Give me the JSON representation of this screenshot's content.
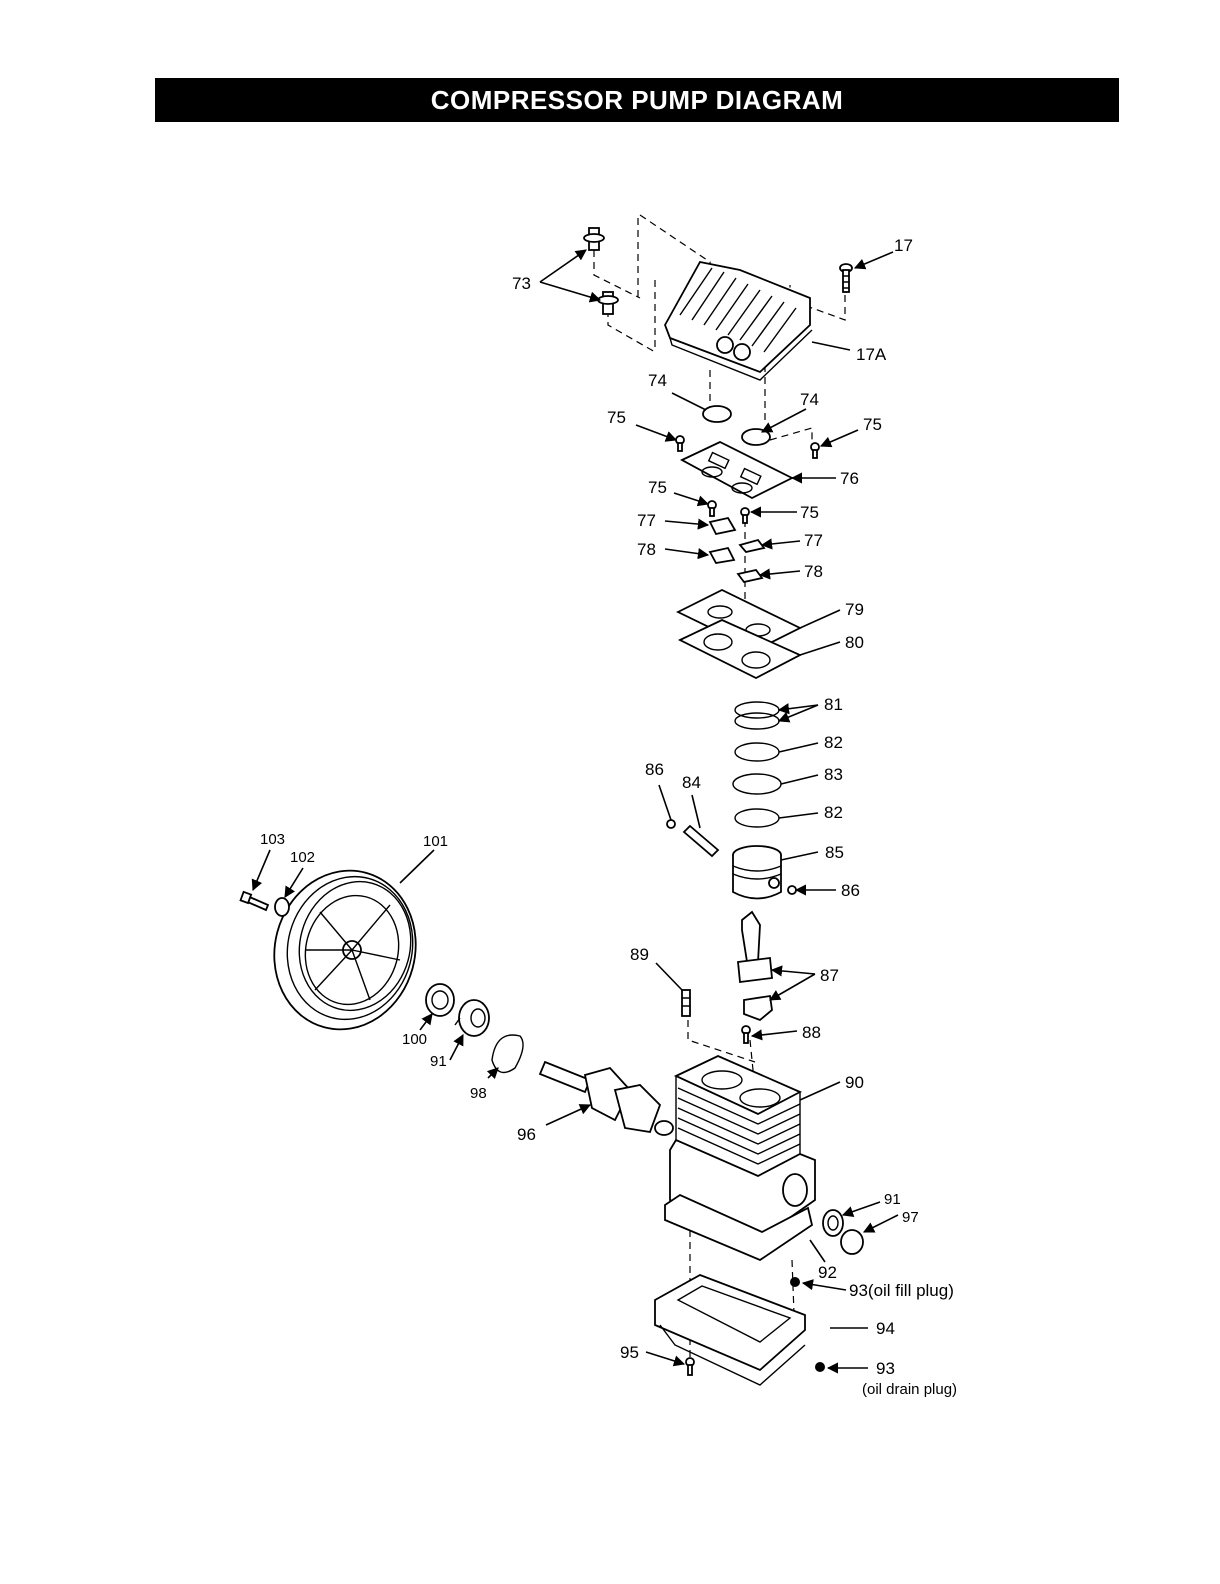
{
  "title": "COMPRESSOR PUMP DIAGRAM",
  "labels": {
    "l17": "17",
    "l17a": "17A",
    "l73": "73",
    "l74a": "74",
    "l74b": "74",
    "l75a": "75",
    "l75b": "75",
    "l75c": "75",
    "l75d": "75",
    "l76": "76",
    "l77a": "77",
    "l77b": "77",
    "l78a": "78",
    "l78b": "78",
    "l79": "79",
    "l80": "80",
    "l81": "81",
    "l82a": "82",
    "l82b": "82",
    "l83": "83",
    "l84": "84",
    "l85": "85",
    "l86a": "86",
    "l86b": "86",
    "l87": "87",
    "l88": "88",
    "l89": "89",
    "l90": "90",
    "l91a": "91",
    "l91b": "91",
    "l92": "92",
    "l93a": "93(oil fill plug)",
    "l93b": "93",
    "l93b_note": "(oil drain plug)",
    "l94": "94",
    "l95": "95",
    "l96": "96",
    "l97": "97",
    "l98": "98",
    "l100": "100",
    "l101": "101",
    "l102": "102",
    "l103": "103"
  }
}
